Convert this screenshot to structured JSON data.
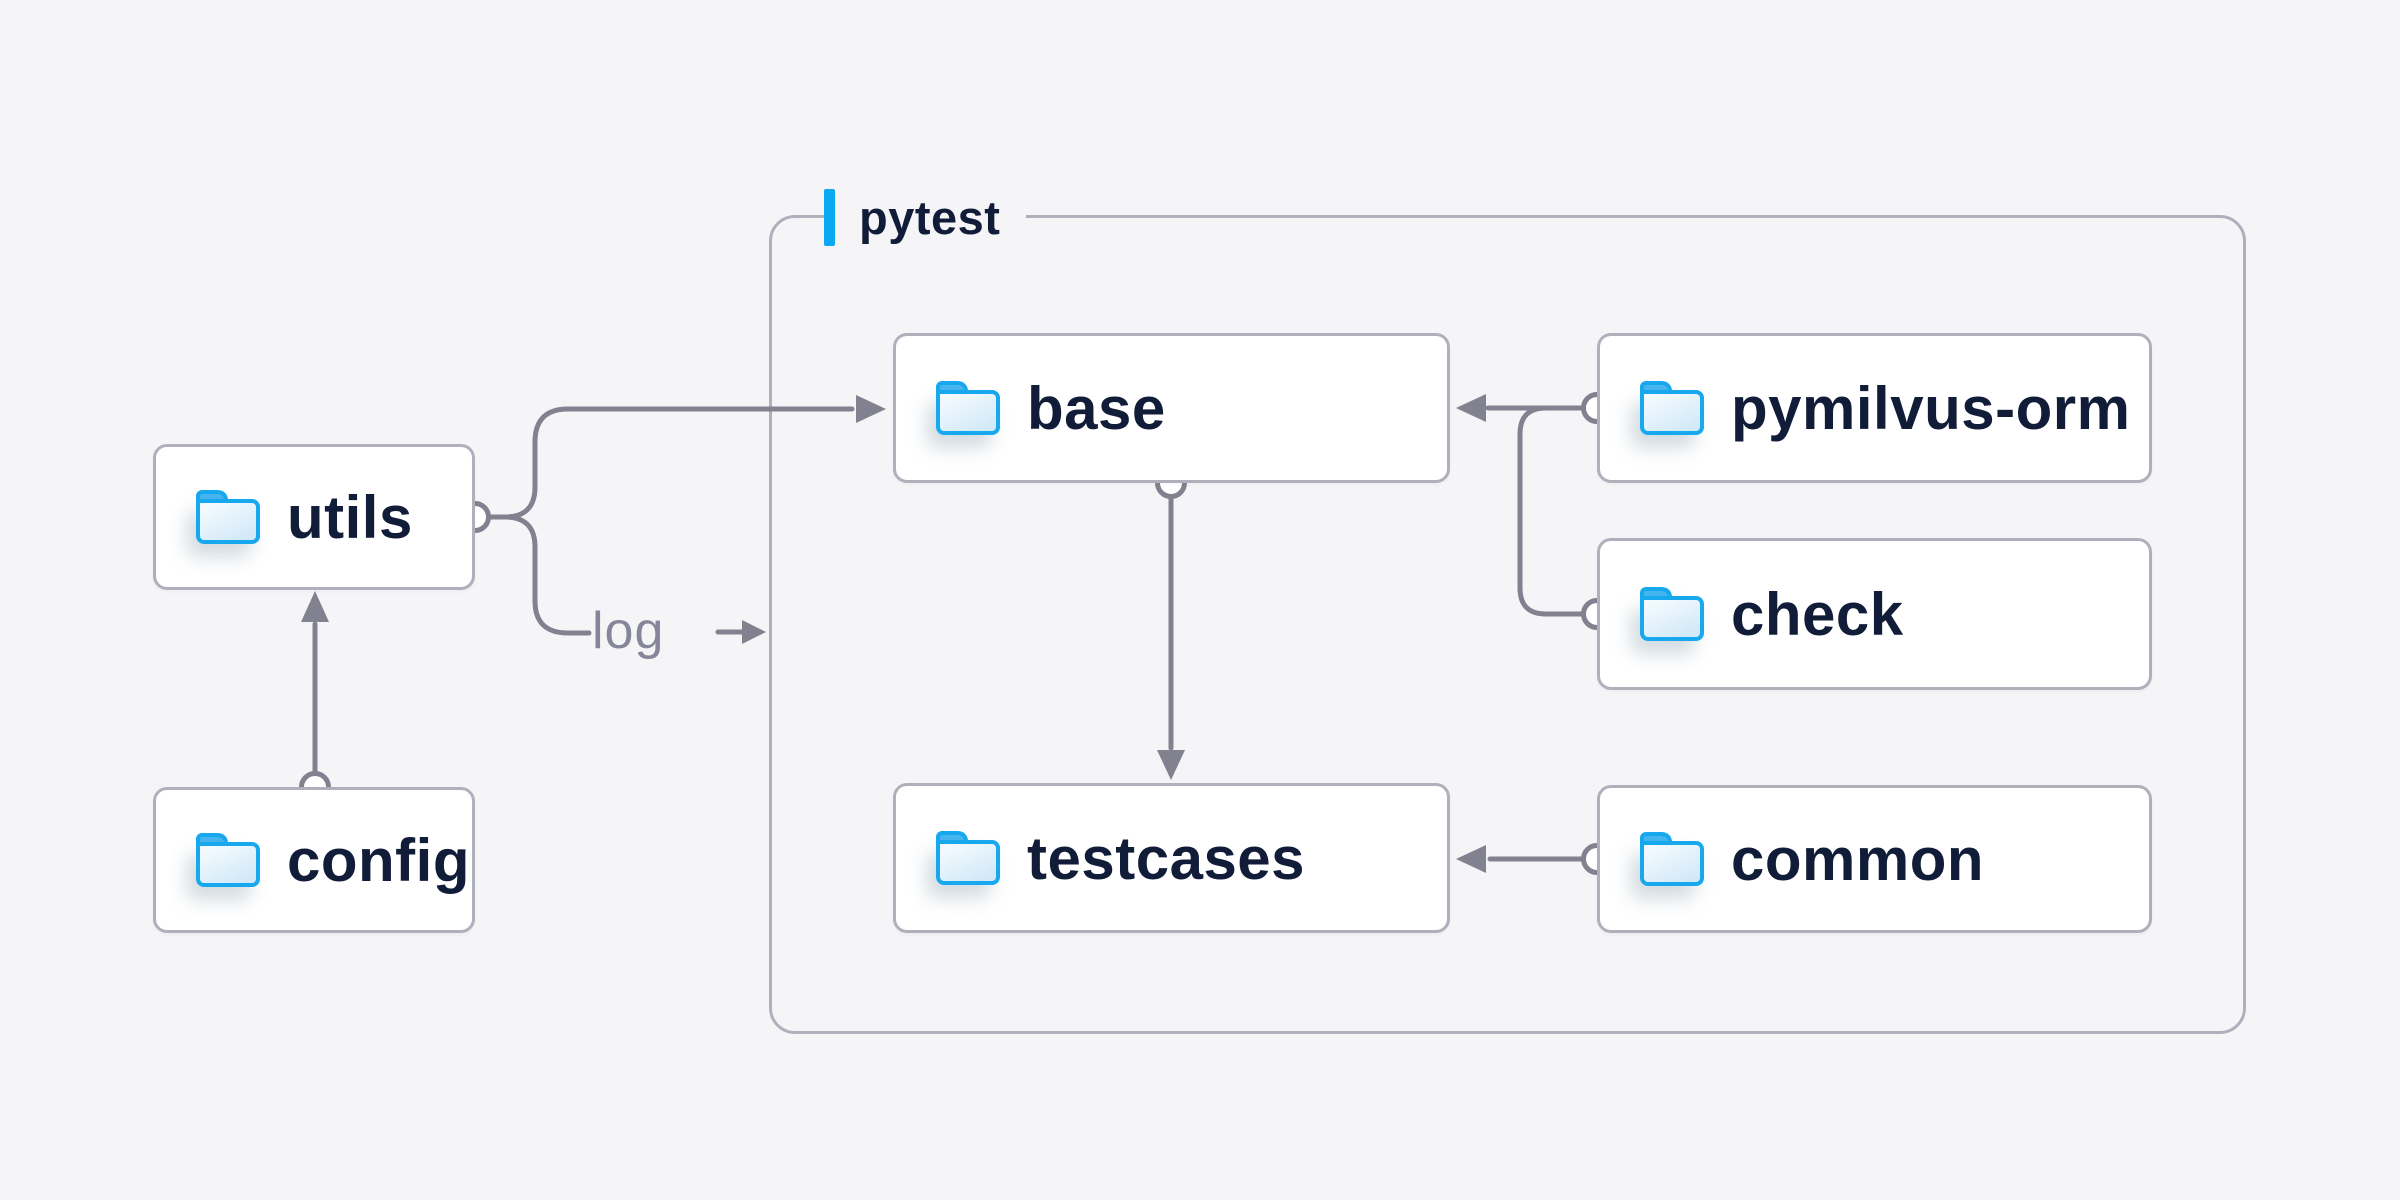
{
  "palette": {
    "page_bg": "#f5f5f7",
    "node_bg": "#ffffff",
    "node_border": "#b0b0bc",
    "connector": "#81818f",
    "text_dark": "#111c38",
    "muted": "#86869a",
    "accent": "#0aa9f2",
    "folder_stroke": "#18a8ee",
    "folder_tab": "#45b6f0",
    "folder_fill_a": "#f3fafe",
    "folder_fill_b": "#d2e9f8"
  },
  "container": {
    "label": "pytest"
  },
  "nodes": [
    {
      "id": "utils",
      "label": "utils",
      "icon": "folder-icon"
    },
    {
      "id": "config",
      "label": "config",
      "icon": "folder-icon"
    },
    {
      "id": "base",
      "label": "base",
      "icon": "folder-icon"
    },
    {
      "id": "pymilvus-orm",
      "label": "pymilvus-orm",
      "icon": "folder-icon"
    },
    {
      "id": "check",
      "label": "check",
      "icon": "folder-icon"
    },
    {
      "id": "testcases",
      "label": "testcases",
      "icon": "folder-icon"
    },
    {
      "id": "common",
      "label": "common",
      "icon": "folder-icon"
    }
  ],
  "edges": [
    {
      "from": "config",
      "to": "utils"
    },
    {
      "from": "utils",
      "to": "base"
    },
    {
      "from": "utils",
      "to": "log",
      "label": "log"
    },
    {
      "from": "pymilvus-orm",
      "to": "base"
    },
    {
      "from": "check",
      "to": "base"
    },
    {
      "from": "base",
      "to": "testcases"
    },
    {
      "from": "common",
      "to": "testcases"
    }
  ]
}
